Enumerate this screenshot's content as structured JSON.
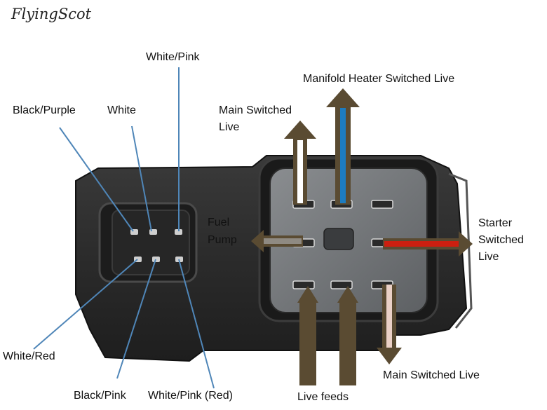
{
  "brand": "FlyingScot",
  "labels": {
    "white_pink_top": "White/Pink",
    "black_purple": "Black/Purple",
    "white": "White",
    "manifold_heater": "Manifold Heater Switched Live",
    "main_switched_top_l1": "Main Switched",
    "main_switched_top_l2": "Live",
    "fuel_pump_l1": "Fuel",
    "fuel_pump_l2": "Pump",
    "starter_l1": "Starter",
    "starter_l2": "Switched",
    "starter_l3": "Live",
    "white_red": "White/Red",
    "black_pink": "Black/Pink",
    "white_pink_red": "White/Pink (Red)",
    "live_feeds": "Live feeds",
    "main_switched_bottom": "Main Switched Live"
  },
  "colors": {
    "leader_line": "#4f86b8",
    "arrow_brown": "#5a4b32",
    "arrow_white": "#ffffff",
    "arrow_blue": "#1d7cc0",
    "arrow_red": "#cc1f10",
    "arrow_grey": "#8f8a82",
    "arrow_pink": "#ead0c6",
    "housing": "#2a2a2a"
  }
}
